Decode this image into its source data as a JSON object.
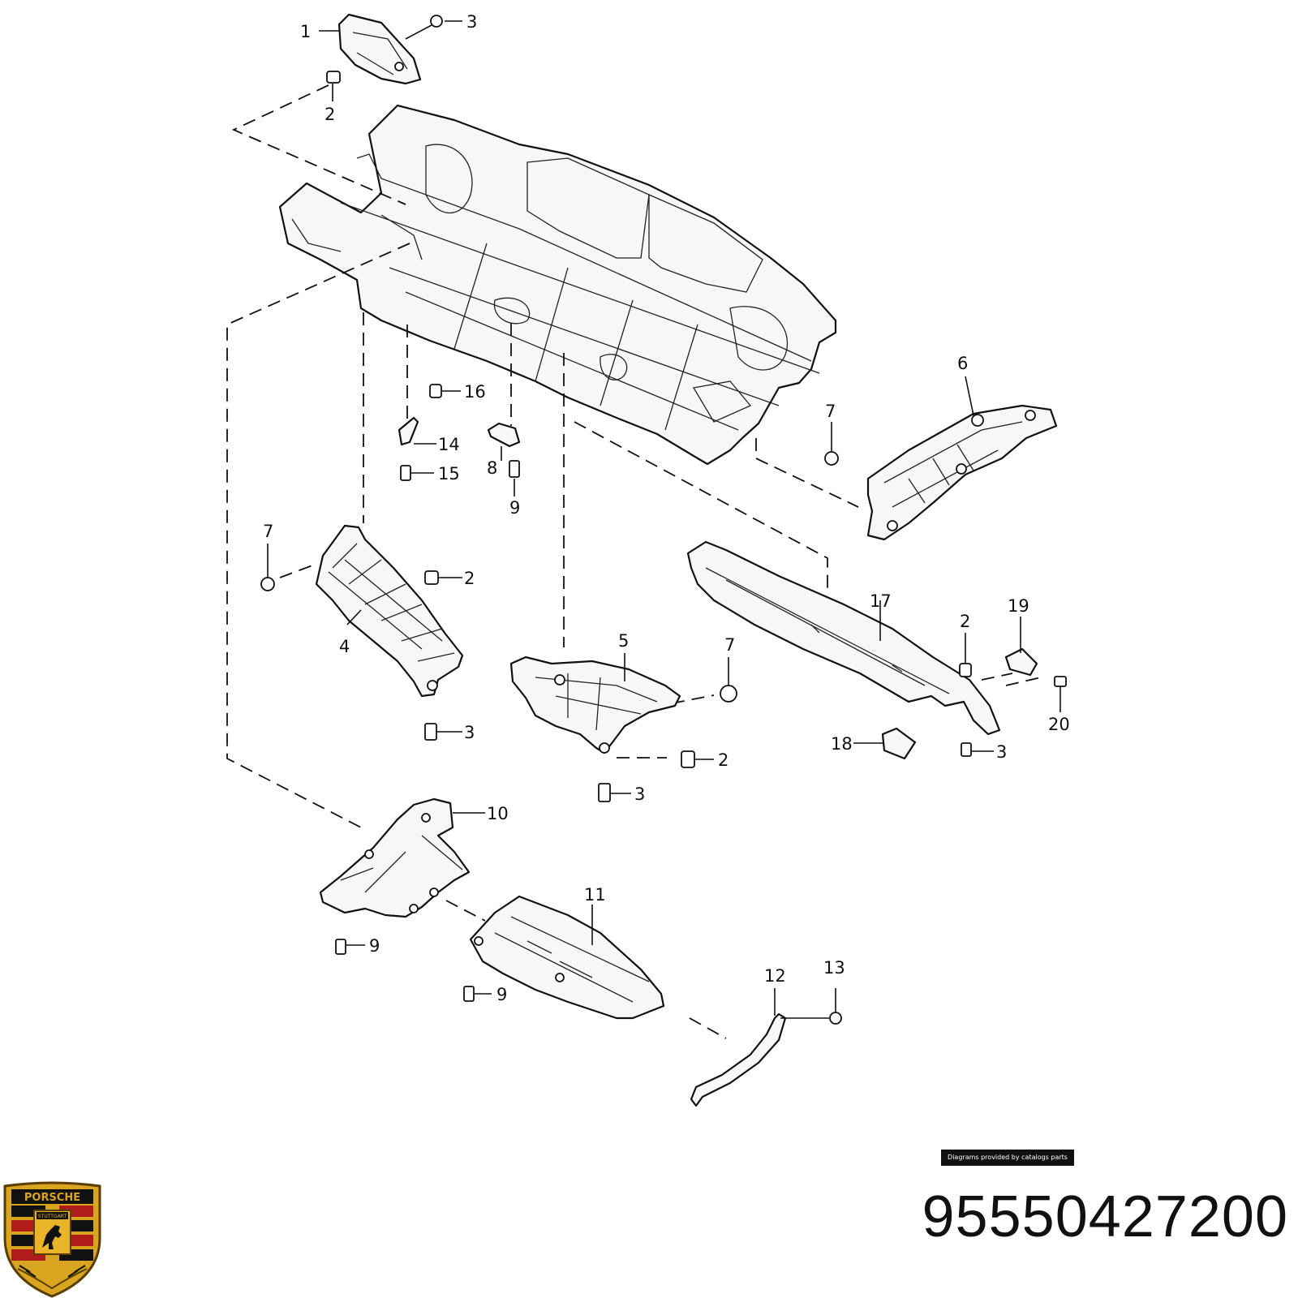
{
  "diagram": {
    "callouts": [
      {
        "id": "c1",
        "text": "1"
      },
      {
        "id": "c2a",
        "text": "2"
      },
      {
        "id": "c3a",
        "text": "3"
      },
      {
        "id": "c6",
        "text": "6"
      },
      {
        "id": "c7a",
        "text": "7"
      },
      {
        "id": "c16",
        "text": "16"
      },
      {
        "id": "c14",
        "text": "14"
      },
      {
        "id": "c15",
        "text": "15"
      },
      {
        "id": "c8",
        "text": "8"
      },
      {
        "id": "c9a",
        "text": "9"
      },
      {
        "id": "c7b",
        "text": "7"
      },
      {
        "id": "c2b",
        "text": "2"
      },
      {
        "id": "c4",
        "text": "4"
      },
      {
        "id": "c3b",
        "text": "3"
      },
      {
        "id": "c5",
        "text": "5"
      },
      {
        "id": "c7c",
        "text": "7"
      },
      {
        "id": "c2c",
        "text": "2"
      },
      {
        "id": "c3c",
        "text": "3"
      },
      {
        "id": "c17",
        "text": "17"
      },
      {
        "id": "c2d",
        "text": "2"
      },
      {
        "id": "c19",
        "text": "19"
      },
      {
        "id": "c20",
        "text": "20"
      },
      {
        "id": "c18",
        "text": "18"
      },
      {
        "id": "c3d",
        "text": "3"
      },
      {
        "id": "c10",
        "text": "10"
      },
      {
        "id": "c11",
        "text": "11"
      },
      {
        "id": "c9b",
        "text": "9"
      },
      {
        "id": "c9c",
        "text": "9"
      },
      {
        "id": "c12",
        "text": "12"
      },
      {
        "id": "c13",
        "text": "13"
      }
    ]
  },
  "credit": "Diagrams provided by catalogs parts",
  "part_number": "95550427200",
  "logo": {
    "icon": "porsche-crest-icon",
    "brand_text": "PORSCHE",
    "city_text": "STUTTGART",
    "colors": {
      "gold": "#d9a520",
      "red": "#b01c1c",
      "black": "#111111"
    }
  }
}
